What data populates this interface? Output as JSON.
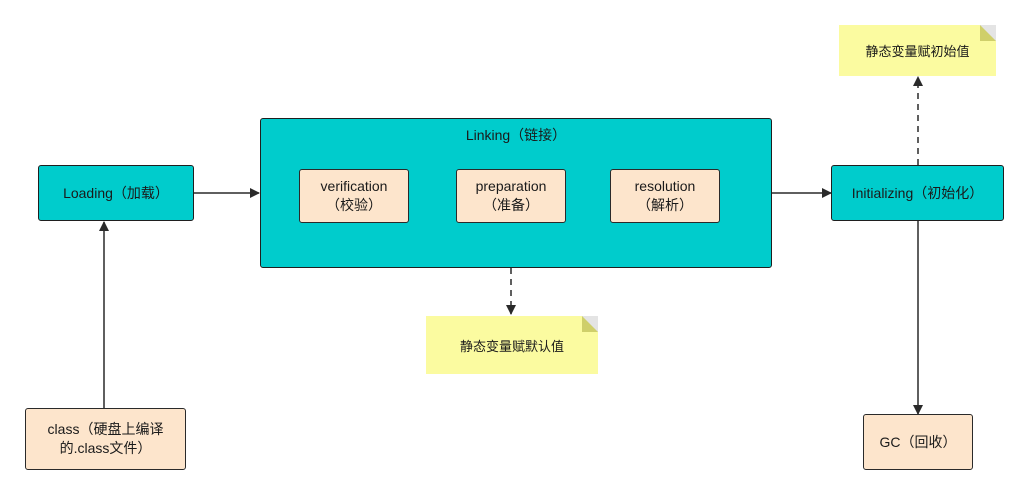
{
  "nodes": {
    "loading": "Loading（加载）",
    "linking": "Linking（链接）",
    "verification": [
      "verification",
      "（校验）"
    ],
    "preparation": [
      "preparation",
      "（准备）"
    ],
    "resolution": [
      "resolution",
      "（解析）"
    ],
    "initializing": "Initializing（初始化）",
    "class_file": [
      "class（硬盘上编译",
      "的.class文件）"
    ],
    "gc": "GC（回收）"
  },
  "notes": {
    "preparation_note": "静态变量赋默认值",
    "initializing_note": "静态变量赋初始值"
  },
  "colors": {
    "teal": "#00cccc",
    "peach": "#fde5cc",
    "note_yellow": "#fbfba0"
  }
}
